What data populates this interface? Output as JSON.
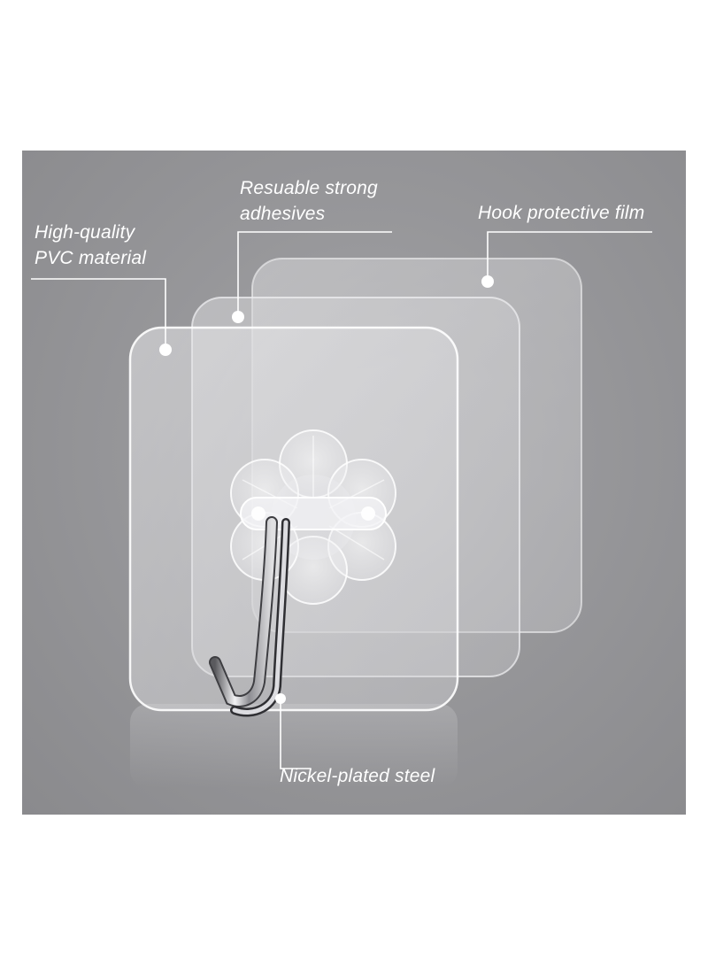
{
  "callouts": {
    "pvc": {
      "line1": "High-quality",
      "line2": "PVC material"
    },
    "adhesive": {
      "line1": "Resuable strong",
      "line2": "adhesives"
    },
    "film": {
      "line1": "Hook protective film"
    },
    "steel": {
      "line1": "Nickel-plated steel"
    }
  },
  "colors": {
    "background": "#959598",
    "callout_text": "#ffffff",
    "leader_line": "#ffffff",
    "page_background": "#ffffff"
  },
  "icons": [
    "flower-hook-base-icon",
    "steel-hook-icon"
  ]
}
